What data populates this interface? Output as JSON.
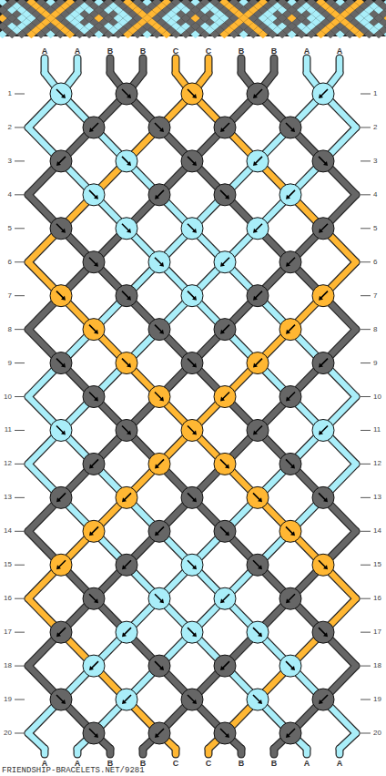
{
  "diagram": {
    "labels": [
      "A",
      "A",
      "B",
      "B",
      "C",
      "C",
      "B",
      "B",
      "A",
      "A",
      "1",
      "1",
      "2",
      "2",
      "3",
      "3",
      "4",
      "4",
      "5",
      "5",
      "6",
      "6",
      "7",
      "7",
      "8",
      "8",
      "9",
      "9",
      "10",
      "10",
      "11",
      "11",
      "12",
      "12",
      "13",
      "13",
      "14",
      "14",
      "15",
      "15",
      "16",
      "16",
      "17",
      "17",
      "18",
      "18",
      "19",
      "19",
      "20",
      "20",
      "A",
      "A",
      "B",
      "B",
      "C",
      "C",
      "B",
      "B",
      "A",
      "A",
      "FRIENDSHIP-BRACELETS.NET/9281"
    ]
  }
}
